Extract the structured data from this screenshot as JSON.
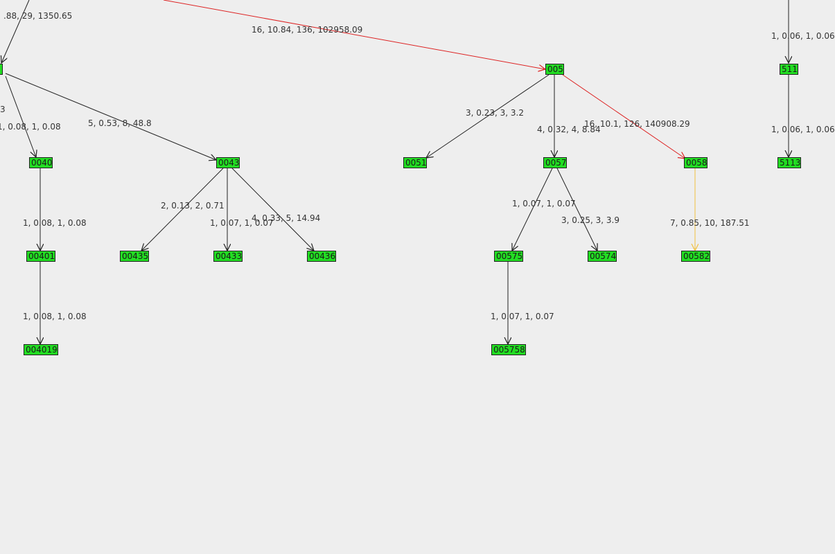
{
  "colors": {
    "background": "#eeeeee",
    "node_fill": "#22dd22",
    "edge_default": "#222222",
    "edge_critical": "#dd2222",
    "edge_warning": "#f0c040"
  },
  "nodes": {
    "n004": "",
    "n005": "005",
    "n511": "511",
    "n0040": "0040",
    "n0043": "0043",
    "n0051": "0051",
    "n0057": "0057",
    "n0058": "0058",
    "n5113": "5113",
    "n00401": "00401",
    "n00435": "00435",
    "n00433": "00433",
    "n00436": "00436",
    "n00575": "00575",
    "n00574": "00574",
    "n00582": "00582",
    "n004019": "004019",
    "n005758": "005758"
  },
  "edges": {
    "e_top_004": ".88, 29, 1350.65",
    "e_top_005": "16, 10.84, 136, 102958.09",
    "e_top_511": "1, 0.06, 1, 0.06",
    "e_004_left": "3",
    "e_004_0040": "1, 0.08, 1, 0.08",
    "e_004_0043": "5, 0.53, 8, 48.8",
    "e_005_0051": "3, 0.23, 3, 3.2",
    "e_005_0057": "4, 0.32, 4, 8.84",
    "e_005_0058": "16, 10.1, 126, 140908.29",
    "e_511_5113": "1, 0.06, 1, 0.06",
    "e_0040_00401": "1, 0.08, 1, 0.08",
    "e_0043_00435": "2, 0.13, 2, 0.71",
    "e_0043_00433": "1, 0.07, 1, 0.07",
    "e_0043_00436": "4, 0.33, 5, 14.94",
    "e_0057_00575": "1, 0.07, 1, 0.07",
    "e_0057_00574": "3, 0.25, 3, 3.9",
    "e_0058_00582": "7, 0.85, 10, 187.51",
    "e_00401_004019": "1, 0.08, 1, 0.08",
    "e_00575_005758": "1, 0.07, 1, 0.07"
  }
}
